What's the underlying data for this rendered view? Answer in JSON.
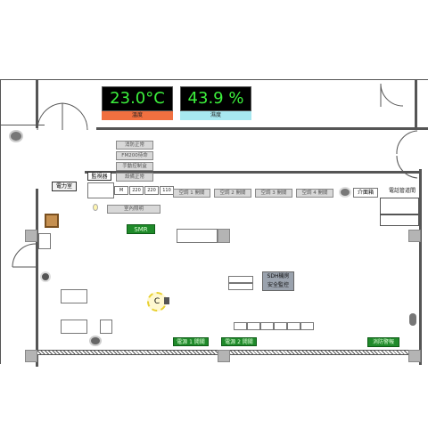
{
  "sensors": {
    "temperature": {
      "value": "23.0°C",
      "label": "溫度",
      "color": "#f07040"
    },
    "humidity": {
      "value": "43.9 %",
      "label": "濕度",
      "color": "#a8e8f0"
    }
  },
  "status_panel": [
    "消防正常",
    "FM200待命",
    "手動控制盒",
    "設備正常"
  ],
  "room_labels": {
    "monitor_room": "監視器",
    "power_room": "電力室",
    "smr": "SMR",
    "indoor_light": "室內照明",
    "sdh": "SDH機房\n安全監控",
    "cabinet": "介面箱",
    "cable_duct": "電話管道間",
    "camera_c": "C",
    "fire_alarm": "消防警報"
  },
  "ac_controls": [
    "空調 1 開關",
    "空調 2 開關",
    "空調 3 開關",
    "空調 4 開關"
  ],
  "mini_cells": [
    "M",
    "220",
    "220",
    "110"
  ],
  "bottom_buttons": [
    "電源 1 開關",
    "電源 2 開關"
  ],
  "colors": {
    "display_text": "#3cf03c",
    "green_btn": "#1f8a2a",
    "wall": "#555555"
  }
}
